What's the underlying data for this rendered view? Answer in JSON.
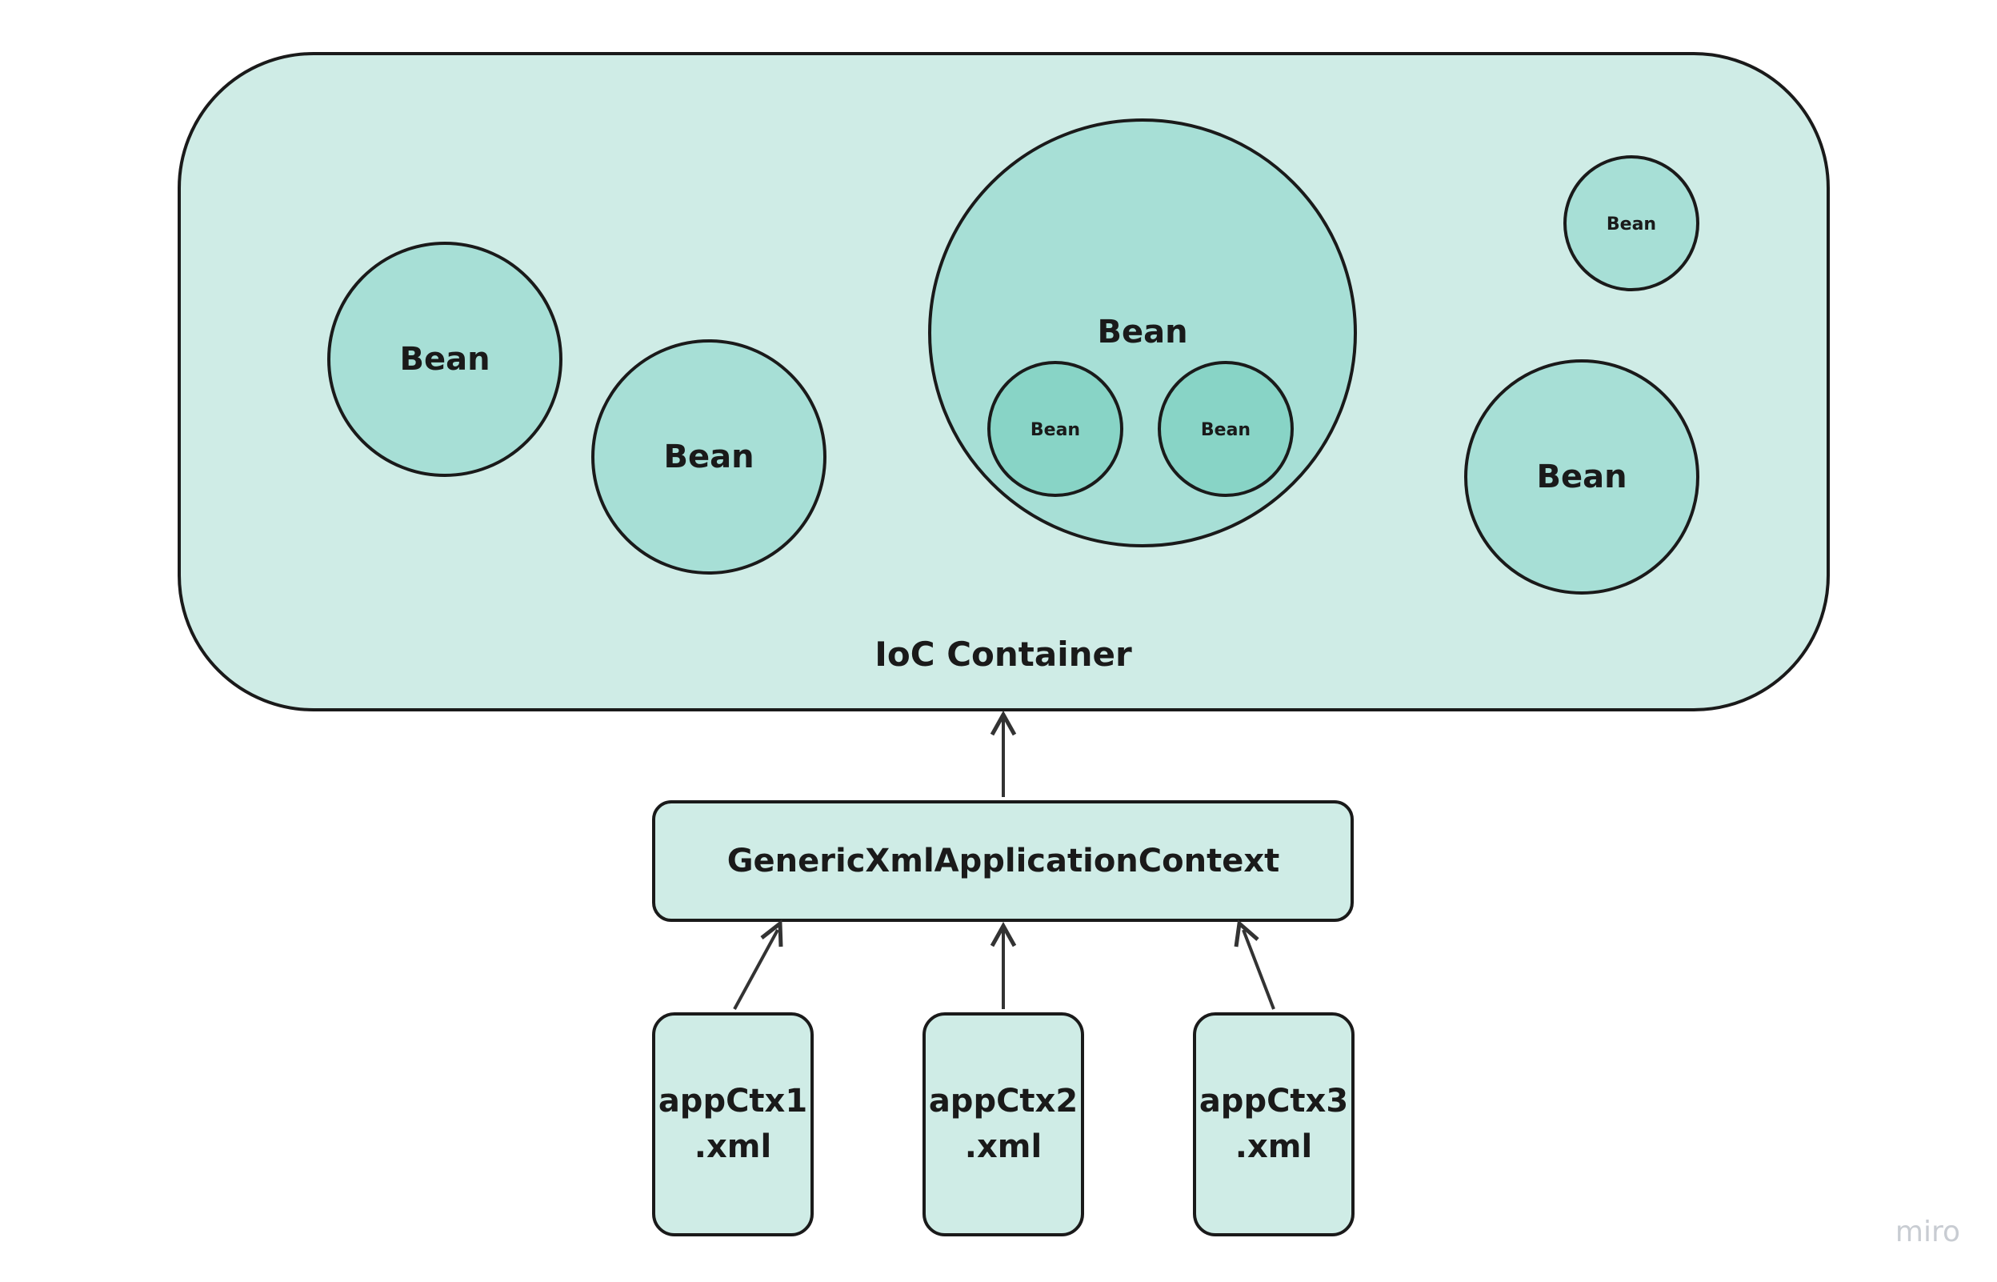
{
  "colors": {
    "container_fill": "#cfece6",
    "bean_fill": "#a7dfd6",
    "inner_bean_fill": "#88d4c6",
    "stroke": "#1a1a1a",
    "arrow": "#333333",
    "watermark": "#c8ccd2"
  },
  "container": {
    "label": "IoC Container"
  },
  "beans": {
    "b1": "Bean",
    "b2": "Bean",
    "b3": "Bean",
    "b3_inner1": "Bean",
    "b3_inner2": "Bean",
    "b4": "Bean",
    "b5": "Bean"
  },
  "context": {
    "label": "GenericXmlApplicationContext"
  },
  "files": [
    {
      "line1": "appCtx1",
      "line2": ".xml"
    },
    {
      "line1": "appCtx2",
      "line2": ".xml"
    },
    {
      "line1": "appCtx3",
      "line2": ".xml"
    }
  ],
  "watermark": "miro"
}
